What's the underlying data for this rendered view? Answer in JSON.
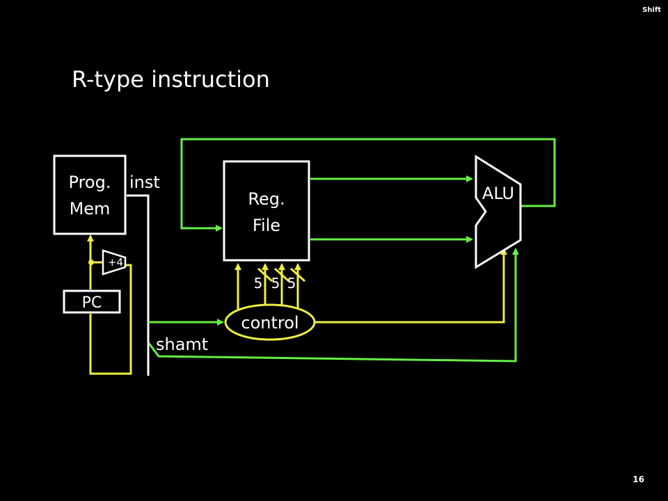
{
  "corner_label": "Shift",
  "title": "R-type instruction",
  "page_number": "16",
  "colors": {
    "background": "#000000",
    "green": "#66ee44",
    "yellow": "#eeee44",
    "white": "#ffffff"
  },
  "blocks": {
    "prog_mem": {
      "line1": "Prog.",
      "line2": "Mem"
    },
    "reg_file": {
      "line1": "Reg.",
      "line2": "File"
    },
    "alu": "ALU",
    "pc": "PC",
    "adder": "+4",
    "control": "control"
  },
  "labels": {
    "inst": "inst",
    "shamt": "shamt",
    "field_widths": [
      "5",
      "5",
      "5"
    ]
  }
}
